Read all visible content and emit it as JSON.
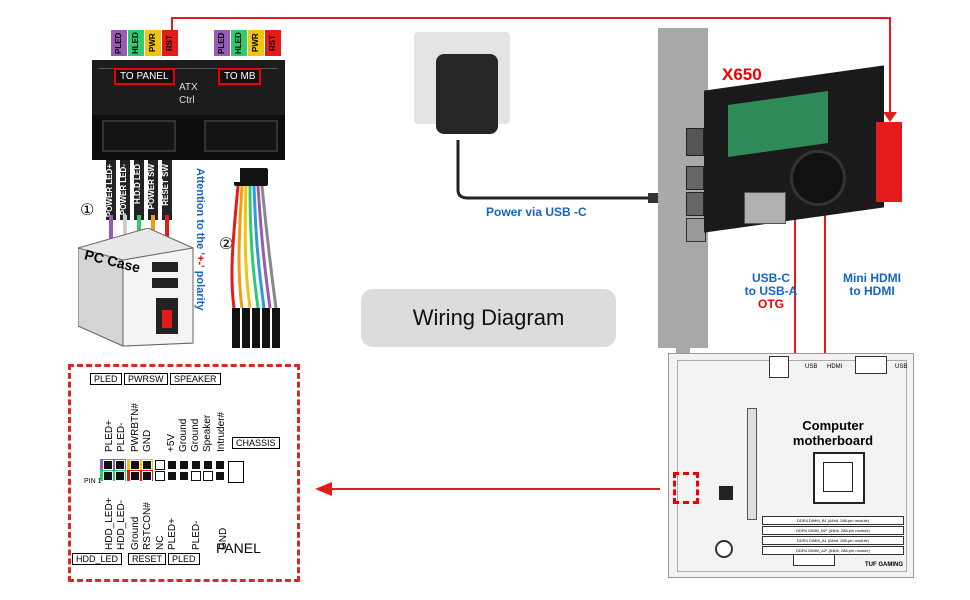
{
  "header_tags": {
    "left": [
      {
        "label": "PLED",
        "color": "#9b59b6"
      },
      {
        "label": "HLED",
        "color": "#2ecc71"
      },
      {
        "label": "PWR",
        "color": "#f1c40f"
      },
      {
        "label": "RST",
        "color": "#e31b1b"
      }
    ],
    "right": [
      {
        "label": "PLED",
        "color": "#9b59b6"
      },
      {
        "label": "HLED",
        "color": "#2ecc71"
      },
      {
        "label": "PWR",
        "color": "#f1c40f"
      },
      {
        "label": "RST",
        "color": "#e31b1b"
      }
    ]
  },
  "atx_board": {
    "to_panel": "TO PANEL",
    "to_mb": "TO MB",
    "atx": "ATX",
    "ctrl": "Ctrl"
  },
  "case_wires": [
    "POWER LED+",
    "POWER LED-",
    "H.D.D LED",
    "POWER SW",
    "RESET SW"
  ],
  "step1": "①",
  "step2": "②",
  "pc_case": "PC Case",
  "polarity": {
    "prefix": "Attention to the '",
    "symbols": "+-",
    "suffix": "' polarity"
  },
  "adapter": {
    "label": "Power via USB -C"
  },
  "card": {
    "model": "X650"
  },
  "cables": {
    "usb_line1": "USB-C",
    "usb_line2": "to USB-A",
    "usb_line3": "OTG",
    "hdmi_line1": "Mini HDMI",
    "hdmi_line2": "to HDMI"
  },
  "title": "Wiring Diagram",
  "panel": {
    "top_labels": [
      "PLED",
      "PWRSW",
      "SPEAKER"
    ],
    "top_pins": [
      "PLED+",
      "PLED-",
      "PWRBTN#",
      "GND",
      "+5V",
      "Ground",
      "Ground",
      "Speaker",
      "Intruder#"
    ],
    "chassis": "CHASSIS",
    "pin1": "PIN 1",
    "bottom_pins": [
      "HDD_LED+",
      "HDD_LED-",
      "Ground",
      "RSTCON#",
      "NC",
      "PLED+",
      "PLED-",
      "GND"
    ],
    "bottom_labels": [
      "HDD_LED",
      "RESET",
      "PLED"
    ],
    "name": "PANEL"
  },
  "motherboard": {
    "title_line1": "Computer",
    "title_line2": "motherboard",
    "ports": [
      "USB",
      "HDMI",
      "USB"
    ],
    "brand": "TUF GAMING",
    "dimms": [
      "DDR4 DIMM_B1 (64bit, 288-pin module)",
      "DDR4 DIMM_B2* (64bit, 288-pin module)",
      "DDR4 DIMM_A1 (64bit, 288-pin module)",
      "DDR4 DIMM_A2* (64bit, 288-pin module)"
    ]
  },
  "colors": {
    "accent_red": "#e00000",
    "blue_text": "#1565c0",
    "panel_border": "#d42a2a"
  }
}
